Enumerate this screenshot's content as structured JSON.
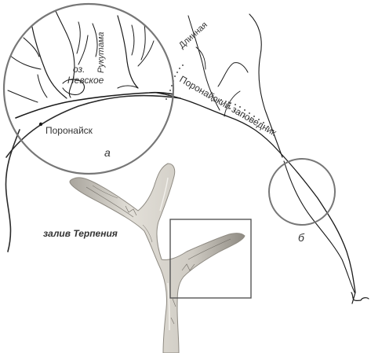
{
  "map": {
    "labels": {
      "lake": "оз.\nНевское",
      "lake_line1": "оз.",
      "lake_line2": "Невское",
      "river_rukutama": "Рукутама",
      "river_dlinnaya": "Длинная",
      "reserve": "Поронайский заповедник",
      "town": "Поронайск",
      "bay": "залив Терпения",
      "inset_a": "а",
      "inset_b": "б"
    },
    "colors": {
      "background": "#ffffff",
      "lines": "#1a1a1a",
      "circle": "#777777",
      "antler_light": "#d9d6cf",
      "antler_dark": "#8e8a82"
    },
    "icons": [
      "antler-artifact-image",
      "reserve-boundary-dots"
    ]
  }
}
